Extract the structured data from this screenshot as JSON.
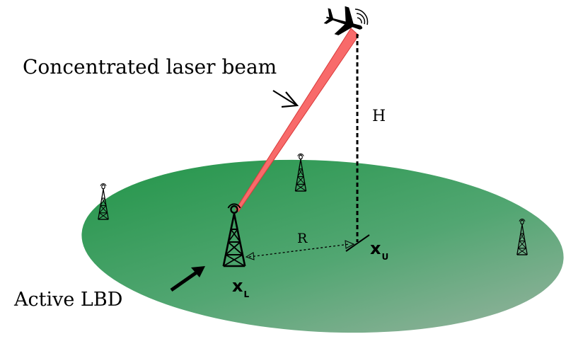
{
  "labels": {
    "beam": "Concentrated laser beam",
    "active_lbd": "Active LBD",
    "height": "H",
    "distance": "R",
    "xl_main": "x",
    "xl_sub": "L",
    "xu_main": "x",
    "xu_sub": "U"
  },
  "icons": {
    "uav": "airplane-icon",
    "tower": "cell-tower-icon"
  },
  "colors": {
    "ground_dark": "#1f9446",
    "ground_light": "#8fb59e",
    "beam_fill": "#f86a6a",
    "beam_stroke": "#d93a3a",
    "ink": "#000000"
  }
}
